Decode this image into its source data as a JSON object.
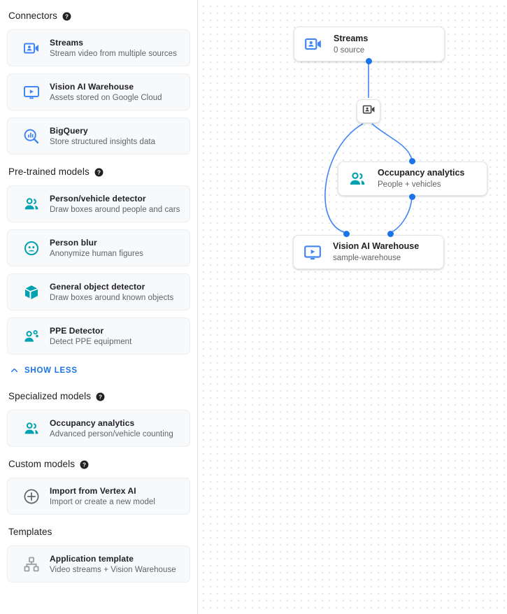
{
  "sidebar": {
    "sections": [
      {
        "title": "Connectors",
        "help": "help-icon",
        "items": [
          {
            "title": "Streams",
            "sub": "Stream video from multiple sources",
            "icon": "video-camera-person-icon",
            "color": "#4285f4"
          },
          {
            "title": "Vision AI Warehouse",
            "sub": "Assets stored on Google Cloud",
            "icon": "monitor-play-icon",
            "color": "#4285f4"
          },
          {
            "title": "BigQuery",
            "sub": "Store structured insights data",
            "icon": "magnifier-chart-icon",
            "color": "#4285f4"
          }
        ]
      },
      {
        "title": "Pre-trained models",
        "help": "help-icon",
        "items": [
          {
            "title": "Person/vehicle detector",
            "sub": "Draw boxes around people and cars",
            "icon": "people-group-icon",
            "color": "#00a1b0"
          },
          {
            "title": "Person blur",
            "sub": "Anonymize human figures",
            "icon": "person-face-icon",
            "color": "#00a1b0"
          },
          {
            "title": "General object detector",
            "sub": "Draw boxes around known objects",
            "icon": "cube-icon",
            "color": "#00a1b0"
          },
          {
            "title": "PPE Detector",
            "sub": "Detect PPE equipment",
            "icon": "ppe-person-icon",
            "color": "#00a1b0"
          }
        ]
      },
      {
        "title": "Specialized models",
        "help": "help-icon",
        "items": [
          {
            "title": "Occupancy analytics",
            "sub": "Advanced person/vehicle counting",
            "icon": "people-group-icon",
            "color": "#00a1b0"
          }
        ]
      },
      {
        "title": "Custom models",
        "help": "help-icon",
        "items": [
          {
            "title": "Import from Vertex AI",
            "sub": "Import or create a new model",
            "icon": "plus-circle-icon",
            "color": "#5f6368"
          }
        ]
      },
      {
        "title": "Templates",
        "help": null,
        "items": [
          {
            "title": "Application template",
            "sub": "Video streams + Vision Warehouse",
            "icon": "hierarchy-icon",
            "color": "#9aa0a6"
          }
        ]
      }
    ],
    "show_less_label": "SHOW LESS",
    "show_less_icon": "chevron-up-icon"
  },
  "canvas": {
    "nodes": [
      {
        "title": "Streams",
        "sub": "0 source",
        "icon": "video-camera-person-icon",
        "color": "#4285f4"
      },
      {
        "title": "Occupancy analytics",
        "sub": "People + vehicles",
        "icon": "people-group-icon",
        "color": "#00a1b0"
      },
      {
        "title": "Vision AI Warehouse",
        "sub": "sample-warehouse",
        "icon": "monitor-play-icon",
        "color": "#4285f4"
      }
    ],
    "badge_icon": "video-camera-person-icon",
    "edge_color": "#4285f4",
    "port_color": "#1a73e8"
  },
  "colors": {
    "accent_blue": "#1a73e8",
    "accent_teal": "#00a1b0",
    "text_primary": "#202124",
    "text_secondary": "#5f6368",
    "card_bg": "#f8f9fa"
  }
}
